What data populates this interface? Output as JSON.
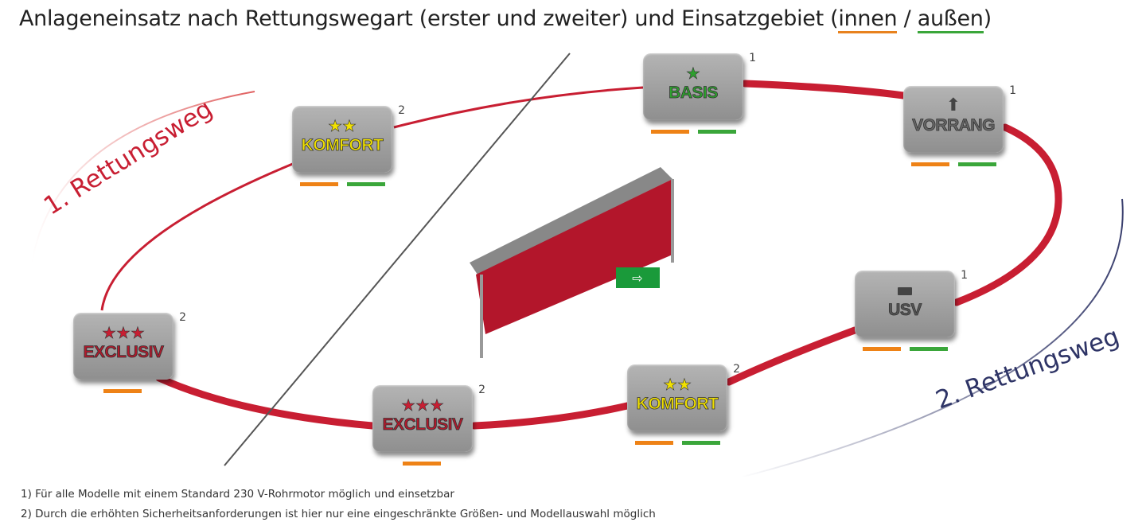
{
  "title": {
    "prefix": "Anlageneinsatz nach Rettungswegart (erster und zweiter) und Einsatzgebiet (",
    "inner": "innen",
    "sep": " / ",
    "outer": "außen",
    "suffix": ")"
  },
  "routes": {
    "first": "1. Rettungsweg",
    "second": "2. Rettungsweg"
  },
  "colors": {
    "inner": "#ee8216",
    "outer": "#3aa63a",
    "ring": "#c81e32"
  },
  "boxes": [
    {
      "label": "KOMFORT",
      "stars": "★★",
      "note": "2",
      "indicators": [
        "innen",
        "außen"
      ]
    },
    {
      "label": "BASIS",
      "stars": "★",
      "note": "1",
      "indicators": [
        "innen",
        "außen"
      ]
    },
    {
      "label": "VORRANG",
      "icon": "arrow-up-icon",
      "note": "1",
      "indicators": [
        "innen",
        "außen"
      ]
    },
    {
      "label": "USV",
      "icon": "battery-icon",
      "note": "1",
      "indicators": [
        "innen",
        "außen"
      ]
    },
    {
      "label": "KOMFORT",
      "stars": "★★",
      "note": "2",
      "indicators": [
        "innen",
        "außen"
      ]
    },
    {
      "label": "EXCLUSIV",
      "stars": "★★★",
      "note": "2",
      "indicators": [
        "innen"
      ]
    },
    {
      "label": "EXCLUSIV",
      "stars": "★★★",
      "note": "2",
      "indicators": [
        "innen"
      ]
    }
  ],
  "footnotes": [
    "1) Für alle Modelle mit einem Standard 230 V-Rohrmotor möglich und einsetzbar",
    "2) Durch die erhöhten Sicherheitsanforderungen ist hier nur eine eingeschränkte Größen- und Modellauswahl möglich"
  ]
}
